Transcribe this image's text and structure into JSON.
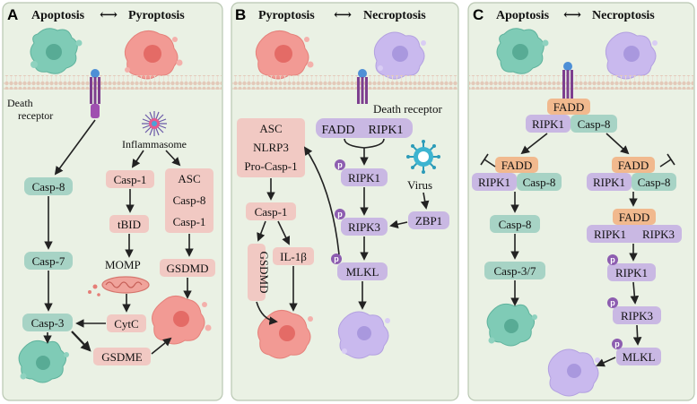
{
  "panels": {
    "A": {
      "letter": "A",
      "title_left": "Apoptosis",
      "title_right": "Pyroptosis",
      "double_arrow": "⟷",
      "death_receptor_line1": "Death",
      "death_receptor_line2": "receptor",
      "inflammasome": "Inflammasome",
      "casp8": "Casp-8",
      "casp7": "Casp-7",
      "casp3": "Casp-3",
      "casp1": "Casp-1",
      "tbid": "tBID",
      "momp": "MOMP",
      "cytc": "CytC",
      "gsdme": "GSDME",
      "asc": "ASC",
      "asc_casp8": "Casp-8",
      "asc_casp1": "Casp-1",
      "gsdmd": "GSDMD"
    },
    "B": {
      "letter": "B",
      "title_left": "Pyroptosis",
      "title_right": "Necroptosis",
      "double_arrow": "⟷",
      "death_receptor": "Death receptor",
      "fadd": "FADD",
      "ripk1_top": "RIPK1",
      "asc": "ASC",
      "nlrp3": "NLRP3",
      "pro_casp1": "Pro-Casp-1",
      "casp1": "Casp-1",
      "gsdmd": "GSDMD",
      "il1b": "IL-1β",
      "virus": "Virus",
      "zbp1": "ZBP1",
      "ripk1": "RIPK1",
      "ripk3": "RIPK3",
      "mlkl": "MLKL",
      "p": "p"
    },
    "C": {
      "letter": "C",
      "title_left": "Apoptosis",
      "title_right": "Necroptosis",
      "double_arrow": "⟷",
      "fadd_top": "FADD",
      "ripk1_top": "RIPK1",
      "casp8_top": "Casp-8",
      "fadd_left": "FADD",
      "ripk1_left": "RIPK1",
      "casp8_left": "Casp-8",
      "fadd_right": "FADD",
      "ripk1_right": "RIPK1",
      "casp8_right": "Casp-8",
      "casp8_mid": "Casp-8",
      "casp37": "Casp-3/7",
      "fadd_r2": "FADD",
      "ripk1_r2": "RIPK1",
      "ripk3_r2": "RIPK3",
      "ripk1_p": "RIPK1",
      "ripk3_p": "RIPK3",
      "mlkl": "MLKL",
      "p": "p"
    }
  },
  "colors": {
    "panel_bg": "#eaf1e4",
    "pink_box": "#f1c9c3",
    "teal_box": "#a7d3c5",
    "purple_box": "#c9b8e3",
    "orange_box": "#f1b98e",
    "membrane": "#e8d3c6",
    "apoptotic_cell": "#6fc4ad",
    "pyroptotic_cell": "#ee7d78",
    "necroptotic_cell": "#b8a6e6"
  }
}
